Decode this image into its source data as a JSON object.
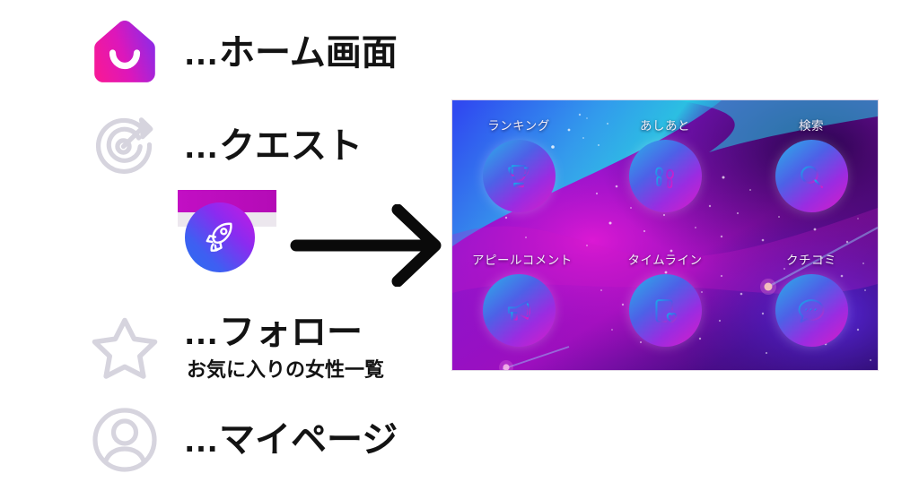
{
  "legend": {
    "rows": [
      {
        "icon": "home-icon",
        "label": "…ホーム画面",
        "sub": ""
      },
      {
        "icon": "quest-target-icon",
        "label": "…クエスト",
        "sub": ""
      },
      {
        "icon": "star-icon",
        "label": "…フォロー",
        "sub": "お気に入りの女性一覧"
      },
      {
        "icon": "account-icon",
        "label": "…マイページ",
        "sub": ""
      }
    ]
  },
  "rocket": {
    "icon": "rocket-icon"
  },
  "arrow": {
    "icon": "arrow-right-icon"
  },
  "panel": {
    "tiles": [
      {
        "label": "ランキング",
        "icon": "trophy-icon"
      },
      {
        "label": "あしあと",
        "icon": "footprints-icon"
      },
      {
        "label": "検索",
        "icon": "search-icon"
      },
      {
        "label": "アピールコメント",
        "icon": "megaphone-icon"
      },
      {
        "label": "タイムライン",
        "icon": "timeline-heart-icon"
      },
      {
        "label": "クチコミ",
        "icon": "comment-bubble-icon"
      }
    ]
  },
  "colors": {
    "legend_text": "#131313",
    "legend_icon_gray": "#d6d4de",
    "home_gradient_start": "#ef1aa2",
    "home_gradient_end": "#9b26e0",
    "rocket_gradient_start": "#2b6ef0",
    "rocket_gradient_end": "#cb18e0",
    "bar_magenta": "#c20fc4",
    "panel_purple": "#7a16c8",
    "panel_deep": "#2b0a52",
    "ring_cyan": "#2ab2ea",
    "ring_magenta": "#d91cc7"
  }
}
